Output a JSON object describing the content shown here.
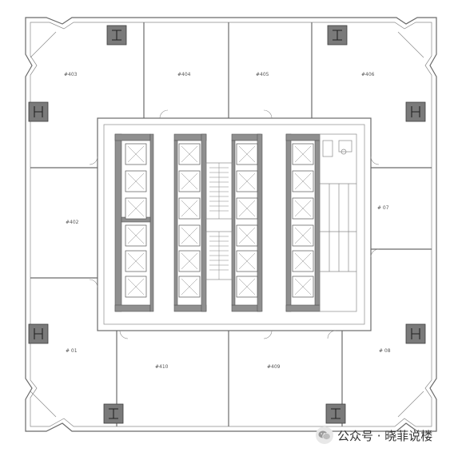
{
  "rooms": [
    {
      "id": "r03",
      "label": "#403"
    },
    {
      "id": "r04",
      "label": "#404"
    },
    {
      "id": "r05",
      "label": "#405"
    },
    {
      "id": "r06",
      "label": "#406"
    },
    {
      "id": "r02",
      "label": "#402"
    },
    {
      "id": "r07",
      "label": "# 07"
    },
    {
      "id": "r01",
      "label": "# 01"
    },
    {
      "id": "r10",
      "label": "#410"
    },
    {
      "id": "r09",
      "label": "#409"
    },
    {
      "id": "r08",
      "label": "# 08"
    }
  ],
  "column_symbol": "H",
  "watermark": {
    "icon": "wechat-icon",
    "text": "公众号 · 晓菲说楼"
  },
  "colors": {
    "wall": "#6a6a6a",
    "core": "#8f8f8f",
    "column": "#7a7a7a"
  }
}
